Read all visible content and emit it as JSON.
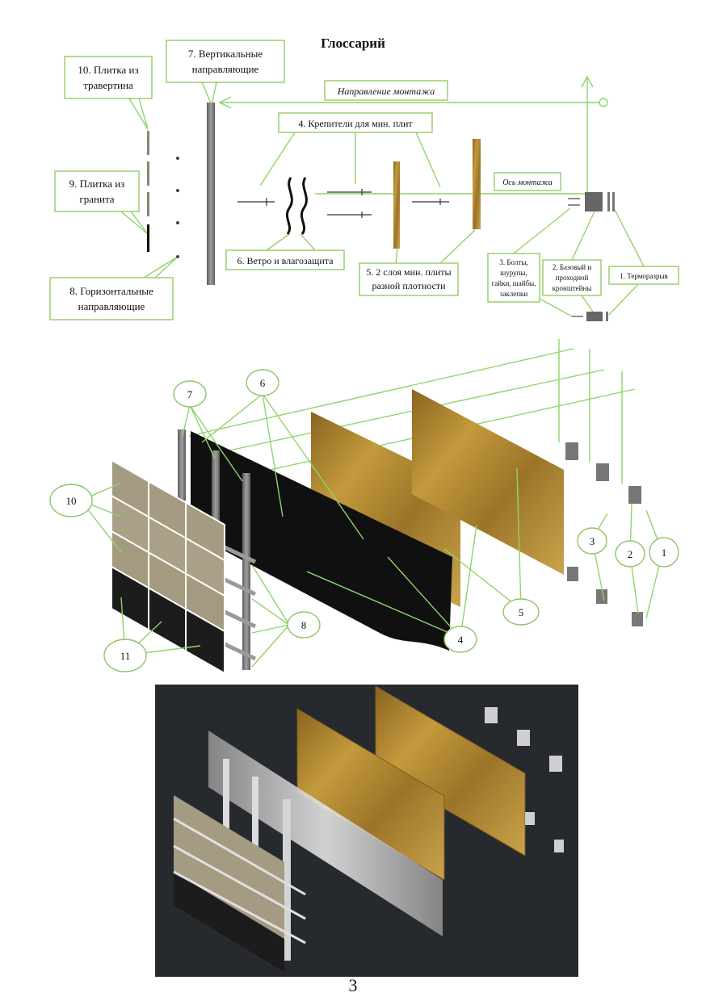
{
  "page": {
    "title": "Глоссарий",
    "page_number": "3"
  },
  "top_diagram": {
    "direction_label": "Направление монтажа",
    "axis_label": "Ось монтажа",
    "labels": {
      "l10": [
        "10. Плитка из",
        "травертина"
      ],
      "l7": [
        "7. Вертикальные",
        "направляющие"
      ],
      "l4": [
        "4. Крепители для мин. плит"
      ],
      "l9": [
        "9. Плитка из",
        "гранита"
      ],
      "l6": [
        "6. Ветро и влагозащита"
      ],
      "l5": [
        "5. 2 слоя мин. плиты",
        "разной плотности"
      ],
      "l3": [
        "3. Болты,",
        "шурупы,",
        "гайки, шайбы,",
        "заклепки"
      ],
      "l2": [
        "2. Базовый и",
        "проходной",
        "кронштейны"
      ],
      "l1": [
        "1. Терморазрыв"
      ],
      "l8": [
        "8. Горизонтальные",
        "направляющие"
      ]
    }
  },
  "exploded_view": {
    "markers": [
      "7",
      "6",
      "10",
      "3",
      "2",
      "1",
      "5",
      "8",
      "4",
      "11"
    ]
  },
  "colors": {
    "callout_border": "#9ccf6f",
    "green_line": "#8fd46a",
    "mineral_wool": "#b8902f",
    "granite": "#1a1a1a",
    "travertine": "#a49a82",
    "dark_render_bg": "#26292e"
  }
}
